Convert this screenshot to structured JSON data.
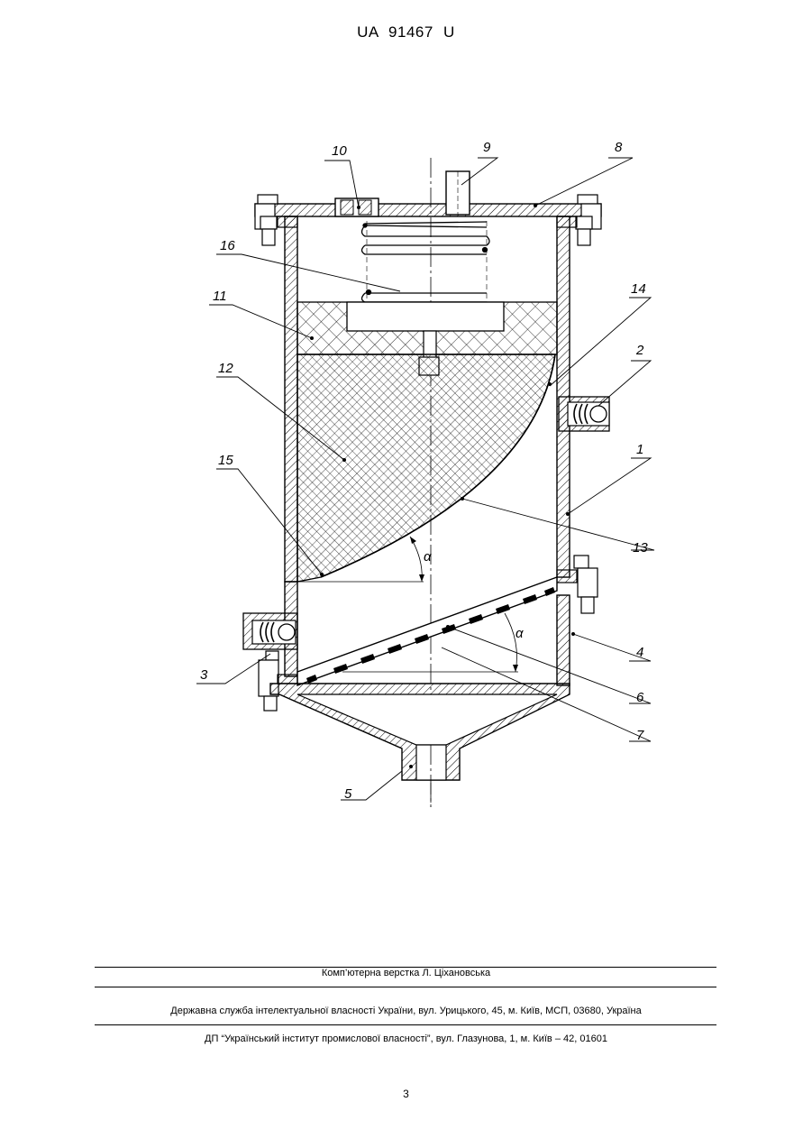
{
  "header": {
    "patent_number": "UA   91467   U"
  },
  "drawing": {
    "labels": {
      "l1": "1",
      "l2": "2",
      "l3": "3",
      "l4": "4",
      "l5": "5",
      "l6": "6",
      "l7": "7",
      "l8": "8",
      "l9": "9",
      "l10": "10",
      "l11": "11",
      "l12": "12",
      "l13": "13",
      "l14": "14",
      "l15": "15",
      "l16": "16"
    },
    "angle_labels": {
      "a1": "α",
      "a2": "α"
    }
  },
  "footer": {
    "layout_credit": "Комп’ютерна верстка Л. Ціхановська",
    "agency": "Державна служба інтелектуальної власності України, вул. Урицького, 45, м. Київ, МСП, 03680, Україна",
    "institute": "ДП “Український інститут промислової власності”, вул. Глазунова, 1, м. Київ – 42, 01601"
  },
  "page_number": "3"
}
